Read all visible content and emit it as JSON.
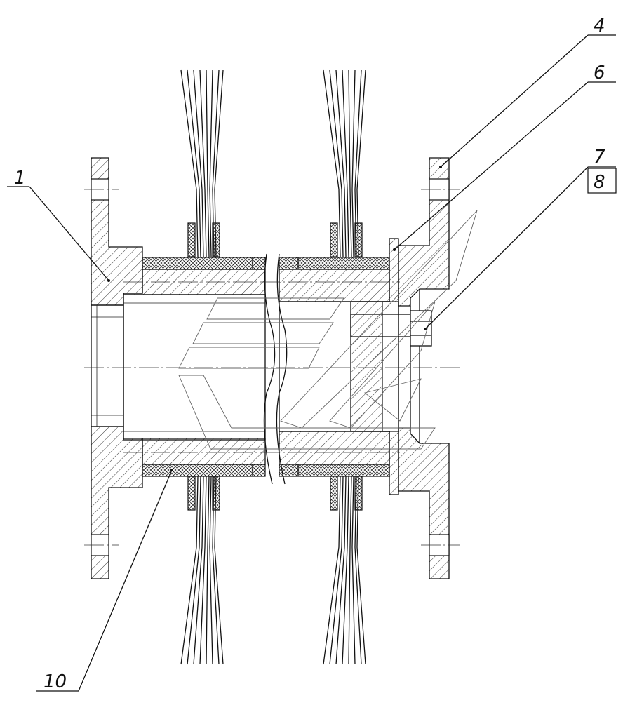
{
  "drawing": {
    "callouts": [
      {
        "id": "part-1",
        "label": "1"
      },
      {
        "id": "part-4",
        "label": "4"
      },
      {
        "id": "part-6",
        "label": "6"
      },
      {
        "id": "part-7",
        "label": "7"
      },
      {
        "id": "part-8",
        "label": "8"
      },
      {
        "id": "part-10",
        "label": "10"
      }
    ]
  }
}
